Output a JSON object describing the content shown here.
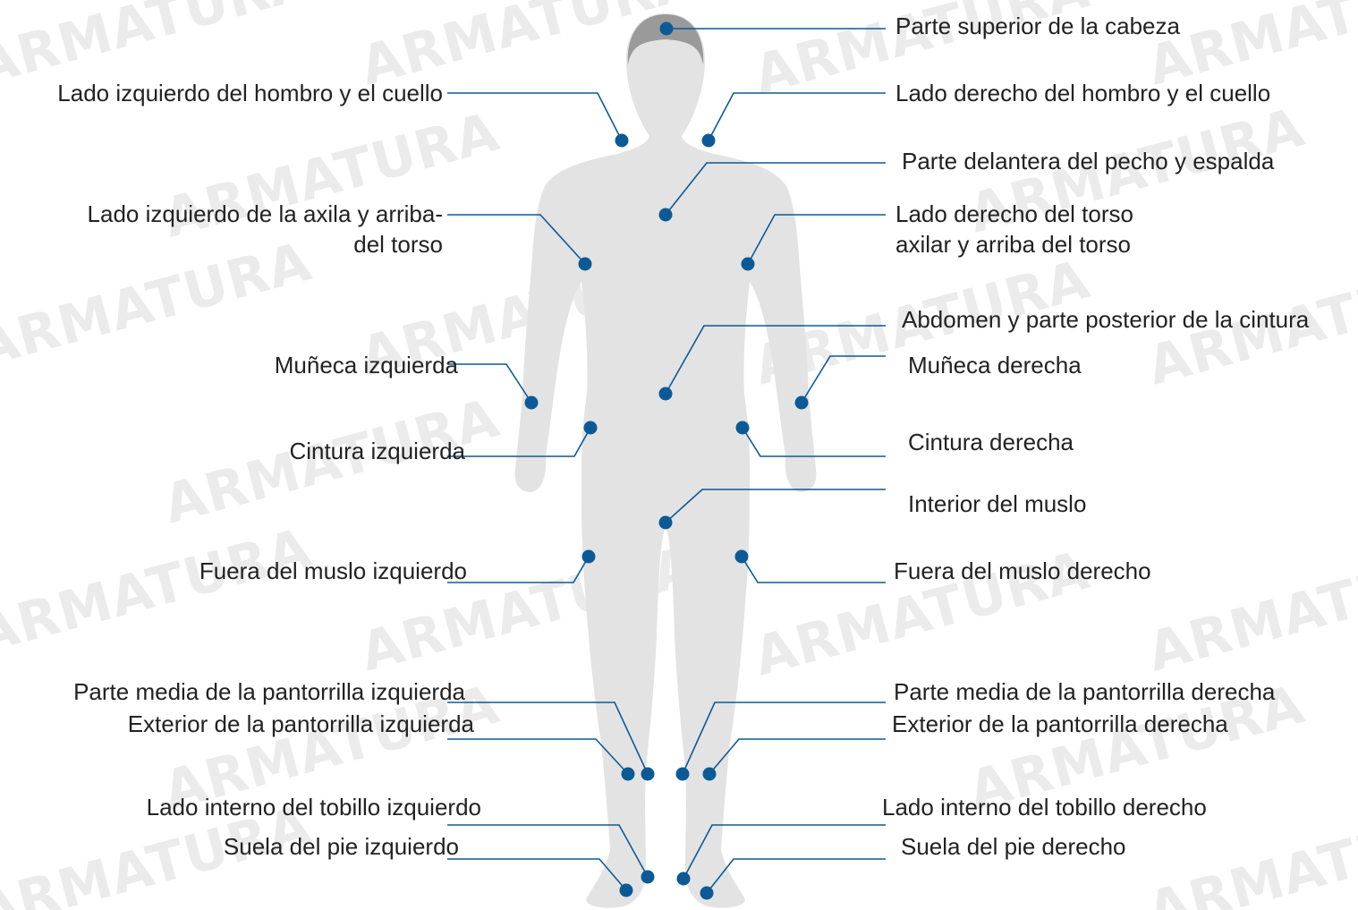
{
  "watermark": "ARMATURA",
  "colors": {
    "body": "#e3e3e3",
    "hair": "#9a9a9a",
    "line": "#0b5a96",
    "dot": "#0b5a96",
    "text": "#222222",
    "watermark": "#d9d9d9"
  },
  "labels": {
    "head_top": "Parte superior de la cabeza",
    "left_shoulder_neck": "Lado izquierdo del hombro y el cuello",
    "right_shoulder_neck": "Lado derecho del hombro y el cuello",
    "chest_back": "Parte delantera del pecho y espalda",
    "left_axilla_1": "Lado izquierdo de la axila y arriba-",
    "left_axilla_2": "del torso",
    "right_axilla_1": "Lado derecho del torso",
    "right_axilla_2": "axilar y arriba del torso",
    "abdomen_waist": "Abdomen y parte posterior de la cintura",
    "left_wrist": "Muñeca izquierda",
    "right_wrist": "Muñeca derecha",
    "left_waist": "Cintura izquierda",
    "right_waist": "Cintura derecha",
    "inner_thigh": "Interior del muslo",
    "left_outer_thigh": "Fuera del muslo izquierdo",
    "right_outer_thigh": "Fuera del muslo derecho",
    "left_mid_calf": "Parte media de la pantorrilla izquierda",
    "right_mid_calf": "Parte media de la pantorrilla derecha",
    "left_outer_calf": "Exterior de la pantorrilla izquierda",
    "right_outer_calf": "Exterior de la pantorrilla derecha",
    "left_inner_ankle": "Lado interno del tobillo izquierdo",
    "right_inner_ankle": "Lado interno del tobillo derecho",
    "left_sole": "Suela del pie izquierdo",
    "right_sole": "Suela del pie derecho"
  }
}
